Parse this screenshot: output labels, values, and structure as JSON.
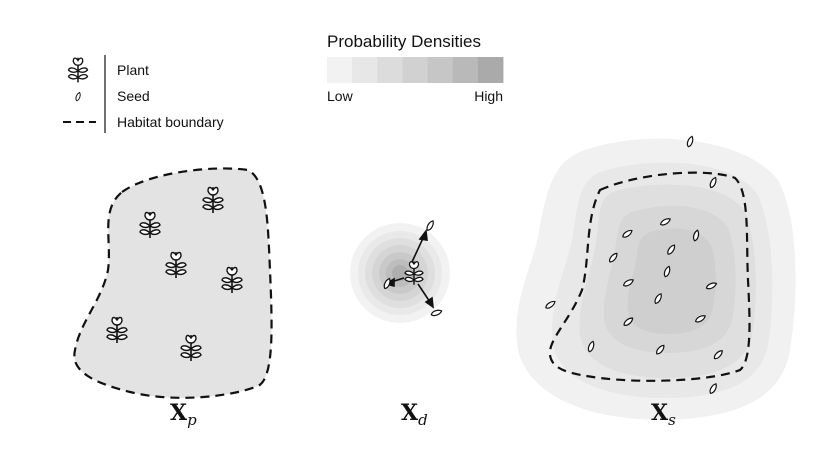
{
  "legend": {
    "items": [
      {
        "label": "Plant",
        "icon": "plant-icon"
      },
      {
        "label": "Seed",
        "icon": "seed-icon"
      },
      {
        "label": "Habitat boundary",
        "icon": "dashed-line-icon"
      }
    ]
  },
  "density_scale": {
    "title": "Probability Densities",
    "low_label": "Low",
    "high_label": "High",
    "colors": [
      "#f2f2f2",
      "#e7e7e7",
      "#dcdcdc",
      "#d1d1d1",
      "#c6c6c6",
      "#b9b9b9",
      "#aaaaaa"
    ]
  },
  "panels": [
    {
      "id": "plants",
      "label_main": "X",
      "label_sub": "p"
    },
    {
      "id": "dispersal",
      "label_main": "X",
      "label_sub": "d"
    },
    {
      "id": "seeds",
      "label_main": "X",
      "label_sub": "s"
    }
  ],
  "colors": {
    "habitat_fill": "#e3e3e3",
    "ink": "#111111"
  }
}
